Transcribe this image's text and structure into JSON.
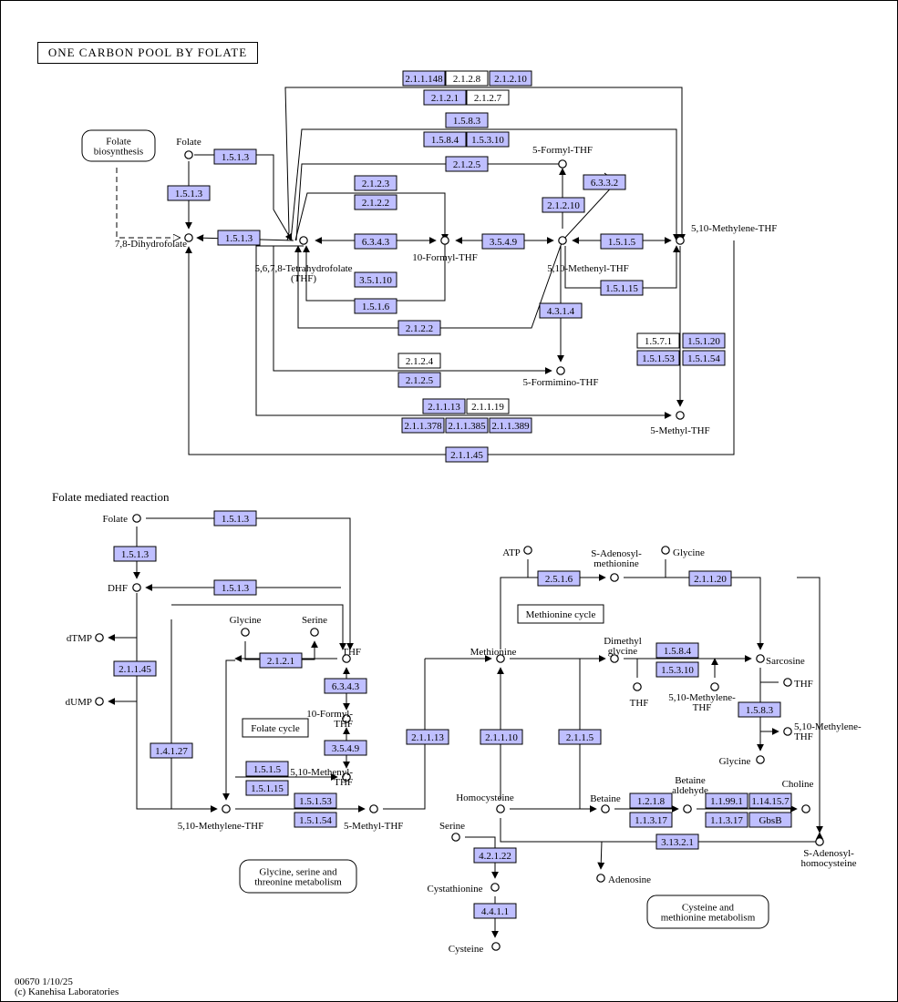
{
  "title": "ONE CARBON POOL BY FOLATE",
  "footer": {
    "map_id": "00670 1/10/25",
    "copyright": "(c) Kanehisa Laboratories"
  },
  "section_label": "Folate mediated reaction",
  "colors": {
    "enzyme_fill": "#bfbfff",
    "plain_fill": "#ffffff",
    "line": "#000000",
    "border": "#000000"
  },
  "compounds": [
    {
      "id": "c1",
      "label": "Folate"
    },
    {
      "id": "c2",
      "label": "7,8-Dihydrofolate"
    },
    {
      "id": "c3",
      "label": "5,6,7,8-Tetrahydrofolate\n(THF)"
    },
    {
      "id": "c4",
      "label": "10-Formyl-THF"
    },
    {
      "id": "c5",
      "label": "5,10-Methenyl-THF"
    },
    {
      "id": "c6",
      "label": "5-Formyl-THF"
    },
    {
      "id": "c7",
      "label": "5,10-Methylene-THF"
    },
    {
      "id": "c8",
      "label": "5-Formimino-THF"
    },
    {
      "id": "c9",
      "label": "5-Methyl-THF"
    },
    {
      "id": "d1",
      "label": "Folate"
    },
    {
      "id": "d2",
      "label": "DHF"
    },
    {
      "id": "d3",
      "label": "dTMP"
    },
    {
      "id": "d4",
      "label": "dUMP"
    },
    {
      "id": "d5",
      "label": "Glycine"
    },
    {
      "id": "d6",
      "label": "Serine"
    },
    {
      "id": "d7",
      "label": "THF"
    },
    {
      "id": "d8",
      "label": "10-Formyl-\nTHF"
    },
    {
      "id": "d9",
      "label": "5,10-Methenyl-\nTHF"
    },
    {
      "id": "d10",
      "label": "5,10-Methylene-THF"
    },
    {
      "id": "d11",
      "label": "5-Methyl-THF"
    },
    {
      "id": "d12",
      "label": "Methionine"
    },
    {
      "id": "d13",
      "label": "Homocysteine"
    },
    {
      "id": "d14",
      "label": "ATP"
    },
    {
      "id": "d15",
      "label": "S-Adenosyl-\nmethionine"
    },
    {
      "id": "d16",
      "label": "Glycine"
    },
    {
      "id": "d17",
      "label": "Dimethyl\nglycine"
    },
    {
      "id": "d18",
      "label": "THF"
    },
    {
      "id": "d19",
      "label": "5,10-Methylene-\nTHF"
    },
    {
      "id": "d20",
      "label": "Sarcosine"
    },
    {
      "id": "d21",
      "label": "THF"
    },
    {
      "id": "d22",
      "label": "5,10-Methylene-\nTHF"
    },
    {
      "id": "d23",
      "label": "Glycine"
    },
    {
      "id": "d24",
      "label": "Betaine"
    },
    {
      "id": "d25",
      "label": "Betaine\naldehyde"
    },
    {
      "id": "d26",
      "label": "Choline"
    },
    {
      "id": "d27",
      "label": "S-Adenosyl-\nhomocysteine"
    },
    {
      "id": "d28",
      "label": "Adenosine"
    },
    {
      "id": "d29",
      "label": "Serine"
    },
    {
      "id": "d30",
      "label": "Cystathionine"
    },
    {
      "id": "d31",
      "label": "Cysteine"
    }
  ],
  "enzymes": [
    {
      "label": "2.1.1.148",
      "hl": true
    },
    {
      "label": "2.1.2.8",
      "hl": false
    },
    {
      "label": "2.1.2.10",
      "hl": true
    },
    {
      "label": "2.1.2.1",
      "hl": true
    },
    {
      "label": "2.1.2.7",
      "hl": false
    },
    {
      "label": "1.5.8.3",
      "hl": true
    },
    {
      "label": "1.5.8.4",
      "hl": true
    },
    {
      "label": "1.5.3.10",
      "hl": true
    },
    {
      "label": "1.5.1.3",
      "hl": true
    },
    {
      "label": "1.5.1.3",
      "hl": true
    },
    {
      "label": "1.5.1.3",
      "hl": true
    },
    {
      "label": "2.1.2.5",
      "hl": true
    },
    {
      "label": "6.3.3.2",
      "hl": true
    },
    {
      "label": "2.1.2.3",
      "hl": true
    },
    {
      "label": "2.1.2.2",
      "hl": true
    },
    {
      "label": "2.1.2.10",
      "hl": true
    },
    {
      "label": "6.3.4.3",
      "hl": true
    },
    {
      "label": "3.5.4.9",
      "hl": true
    },
    {
      "label": "1.5.1.5",
      "hl": true
    },
    {
      "label": "3.5.1.10",
      "hl": true
    },
    {
      "label": "1.5.1.6",
      "hl": true
    },
    {
      "label": "1.5.1.15",
      "hl": true
    },
    {
      "label": "4.3.1.4",
      "hl": true
    },
    {
      "label": "2.1.2.2",
      "hl": true
    },
    {
      "label": "1.5.7.1",
      "hl": false
    },
    {
      "label": "1.5.1.20",
      "hl": true
    },
    {
      "label": "1.5.1.53",
      "hl": true
    },
    {
      "label": "1.5.1.54",
      "hl": true
    },
    {
      "label": "2.1.2.4",
      "hl": false
    },
    {
      "label": "2.1.2.5",
      "hl": true
    },
    {
      "label": "2.1.1.13",
      "hl": true
    },
    {
      "label": "2.1.1.19",
      "hl": false
    },
    {
      "label": "2.1.1.378",
      "hl": true
    },
    {
      "label": "2.1.1.385",
      "hl": true
    },
    {
      "label": "2.1.1.389",
      "hl": true
    },
    {
      "label": "2.1.1.45",
      "hl": true
    },
    {
      "label": "1.5.1.3",
      "hl": true
    },
    {
      "label": "1.5.1.3",
      "hl": true
    },
    {
      "label": "1.5.1.3",
      "hl": true
    },
    {
      "label": "2.1.1.45",
      "hl": true
    },
    {
      "label": "2.1.2.1",
      "hl": true
    },
    {
      "label": "6.3.4.3",
      "hl": true
    },
    {
      "label": "3.5.4.9",
      "hl": true
    },
    {
      "label": "1.4.1.27",
      "hl": true
    },
    {
      "label": "1.5.1.5",
      "hl": true
    },
    {
      "label": "1.5.1.15",
      "hl": true
    },
    {
      "label": "1.5.1.53",
      "hl": true
    },
    {
      "label": "1.5.1.54",
      "hl": true
    },
    {
      "label": "2.1.1.13",
      "hl": true
    },
    {
      "label": "2.1.1.10",
      "hl": true
    },
    {
      "label": "2.1.1.5",
      "hl": true
    },
    {
      "label": "2.5.1.6",
      "hl": true
    },
    {
      "label": "2.1.1.20",
      "hl": true
    },
    {
      "label": "1.5.8.4",
      "hl": true
    },
    {
      "label": "1.5.3.10",
      "hl": true
    },
    {
      "label": "1.5.8.3",
      "hl": true
    },
    {
      "label": "1.2.1.8",
      "hl": true
    },
    {
      "label": "1.1.3.17",
      "hl": true
    },
    {
      "label": "1.1.99.1",
      "hl": true
    },
    {
      "label": "1.14.15.7",
      "hl": true
    },
    {
      "label": "1.1.3.17",
      "hl": true
    },
    {
      "label": "GbsB",
      "hl": true
    },
    {
      "label": "3.13.2.1",
      "hl": true
    },
    {
      "label": "4.2.1.22",
      "hl": true
    },
    {
      "label": "4.4.1.1",
      "hl": true
    }
  ],
  "map_links": [
    {
      "label": "Folate\nbiosynthesis"
    },
    {
      "label": "Methionine cycle"
    },
    {
      "label": "Folate cycle"
    },
    {
      "label": "Glycine, serine and\nthreonine metabolism"
    },
    {
      "label": "Cysteine and\nmethionine metabolism"
    }
  ]
}
